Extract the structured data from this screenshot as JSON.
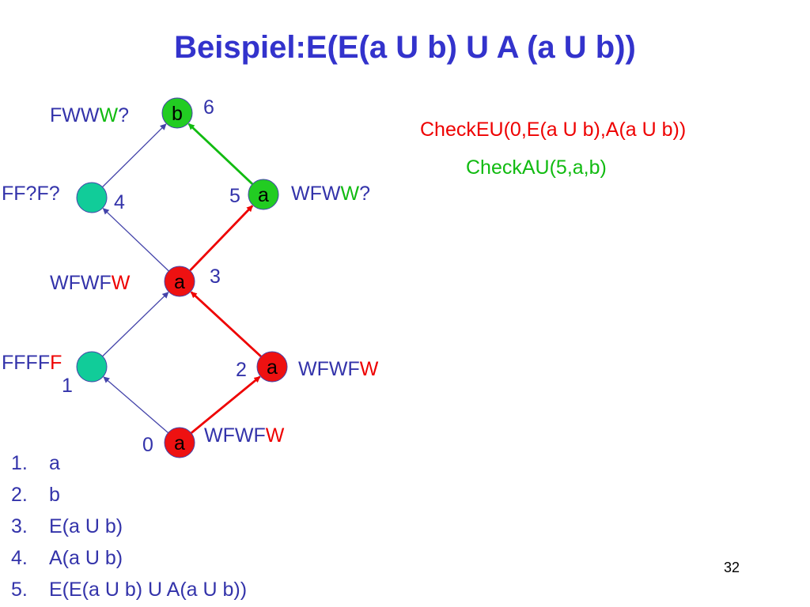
{
  "title": "Beispiel:E(E(a U b) U A (a U b))",
  "colors": {
    "text_blue": "#3333aa",
    "red": "#ee0000",
    "green": "#11bb11",
    "node_teal": "#11cc99",
    "node_green": "#22cc22",
    "node_red": "#ee1111",
    "edge_blue": "#4444aa"
  },
  "nodes": [
    {
      "id": "0",
      "letter": "a",
      "fill": "red"
    },
    {
      "id": "1",
      "letter": "",
      "fill": "teal"
    },
    {
      "id": "2",
      "letter": "a",
      "fill": "red"
    },
    {
      "id": "3",
      "letter": "a",
      "fill": "red"
    },
    {
      "id": "4",
      "letter": "",
      "fill": "teal"
    },
    {
      "id": "5",
      "letter": "a",
      "fill": "green"
    },
    {
      "id": "6",
      "letter": "b",
      "fill": "green"
    }
  ],
  "edges": [
    {
      "from": "0",
      "to": "1",
      "color": "blue"
    },
    {
      "from": "0",
      "to": "2",
      "color": "red"
    },
    {
      "from": "1",
      "to": "3",
      "color": "blue"
    },
    {
      "from": "2",
      "to": "3",
      "color": "red"
    },
    {
      "from": "3",
      "to": "4",
      "color": "blue"
    },
    {
      "from": "3",
      "to": "5",
      "color": "red"
    },
    {
      "from": "4",
      "to": "6",
      "color": "blue"
    },
    {
      "from": "5",
      "to": "6",
      "color": "green"
    }
  ],
  "node_labels": {
    "n0": {
      "prefix": "WFWF",
      "last": "W",
      "last_color": "red"
    },
    "n1": {
      "prefix": "FFFF",
      "last": "F",
      "last_color": "red"
    },
    "n2": {
      "prefix": "WFWF",
      "last": "W",
      "last_color": "red"
    },
    "n3": {
      "prefix": "WFWF",
      "last": "W",
      "last_color": "red"
    },
    "n4": {
      "prefix": "FF?F?",
      "last": "",
      "last_color": "blue"
    },
    "n5": {
      "prefix": "WFW",
      "last": "W",
      "last_color": "green",
      "suffix": "?"
    },
    "n6": {
      "prefix": "FWW",
      "last": "W",
      "last_color": "green",
      "suffix": "?"
    }
  },
  "check_eu": "CheckEU(0,E(a U b),A(a U b))",
  "check_au": "CheckAU(5,a,b)",
  "legend": [
    {
      "num": "1.",
      "text": "a"
    },
    {
      "num": "2.",
      "text": "b"
    },
    {
      "num": "3.",
      "text": "E(a U b)"
    },
    {
      "num": "4.",
      "text": "A(a U b)"
    },
    {
      "num": "5.",
      "text": "E(E(a U b) U A(a U b))"
    }
  ],
  "page_number": "32"
}
